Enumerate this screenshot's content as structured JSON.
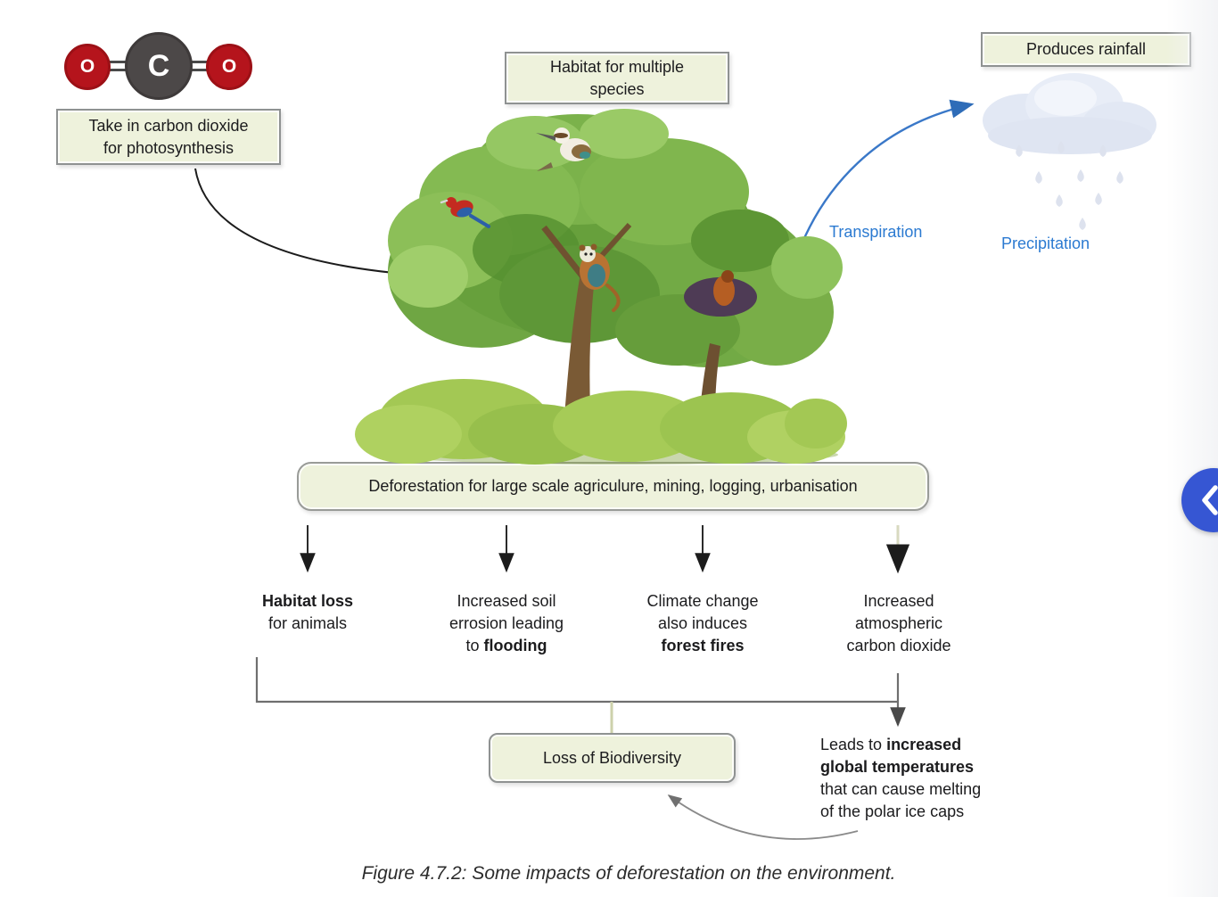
{
  "figure": {
    "caption": "Figure 4.7.2: Some impacts of deforestation on the environment."
  },
  "molecule": {
    "oxygen_left": "O",
    "carbon": "C",
    "oxygen_right": "O"
  },
  "boxes": {
    "co2_uptake": {
      "line1": "Take in carbon dioxide",
      "line2": "for photosynthesis"
    },
    "habitat": {
      "line1": "Habitat for multiple",
      "line2": "species"
    },
    "rainfall": {
      "label": "Produces rainfall"
    },
    "deforestation": {
      "label": "Deforestation for large scale agriculure, mining, logging, urbanisation"
    },
    "biodiversity": {
      "label": "Loss of Biodiversity"
    }
  },
  "water_cycle": {
    "transpiration": "Transpiration",
    "precipitation": "Precipitation"
  },
  "impacts": {
    "habitat_loss": {
      "l1_bold": "Habitat loss",
      "l2": "for animals"
    },
    "soil_erosion": {
      "l1": "Increased soil",
      "l2": "errosion leading",
      "l3_pre": "to ",
      "l3_bold": "flooding"
    },
    "climate_change": {
      "l1": "Climate change",
      "l2": "also induces",
      "l3_bold": "forest fires"
    },
    "co2_increase": {
      "l1": "Increased",
      "l2": "atmospheric",
      "l3": "carbon dioxide"
    }
  },
  "leads_to": {
    "l1_pre": "Leads to ",
    "l1_bold": "increased",
    "l2_bold": "global temperatures",
    "l3": "that can cause melting",
    "l4": "of the polar ice caps"
  },
  "icons": {
    "nav_collapse": "chevron-left-icon"
  },
  "colors": {
    "box_fill": "#eef2dc",
    "box_border": "#8f9292",
    "accent_blue": "#2b7ad1",
    "arrow_blue": "#3a78c8",
    "button_blue": "#3656d3",
    "molecule_red": "#b5141c",
    "molecule_gray": "#4c4848",
    "foliage_green": "#67a03c"
  }
}
